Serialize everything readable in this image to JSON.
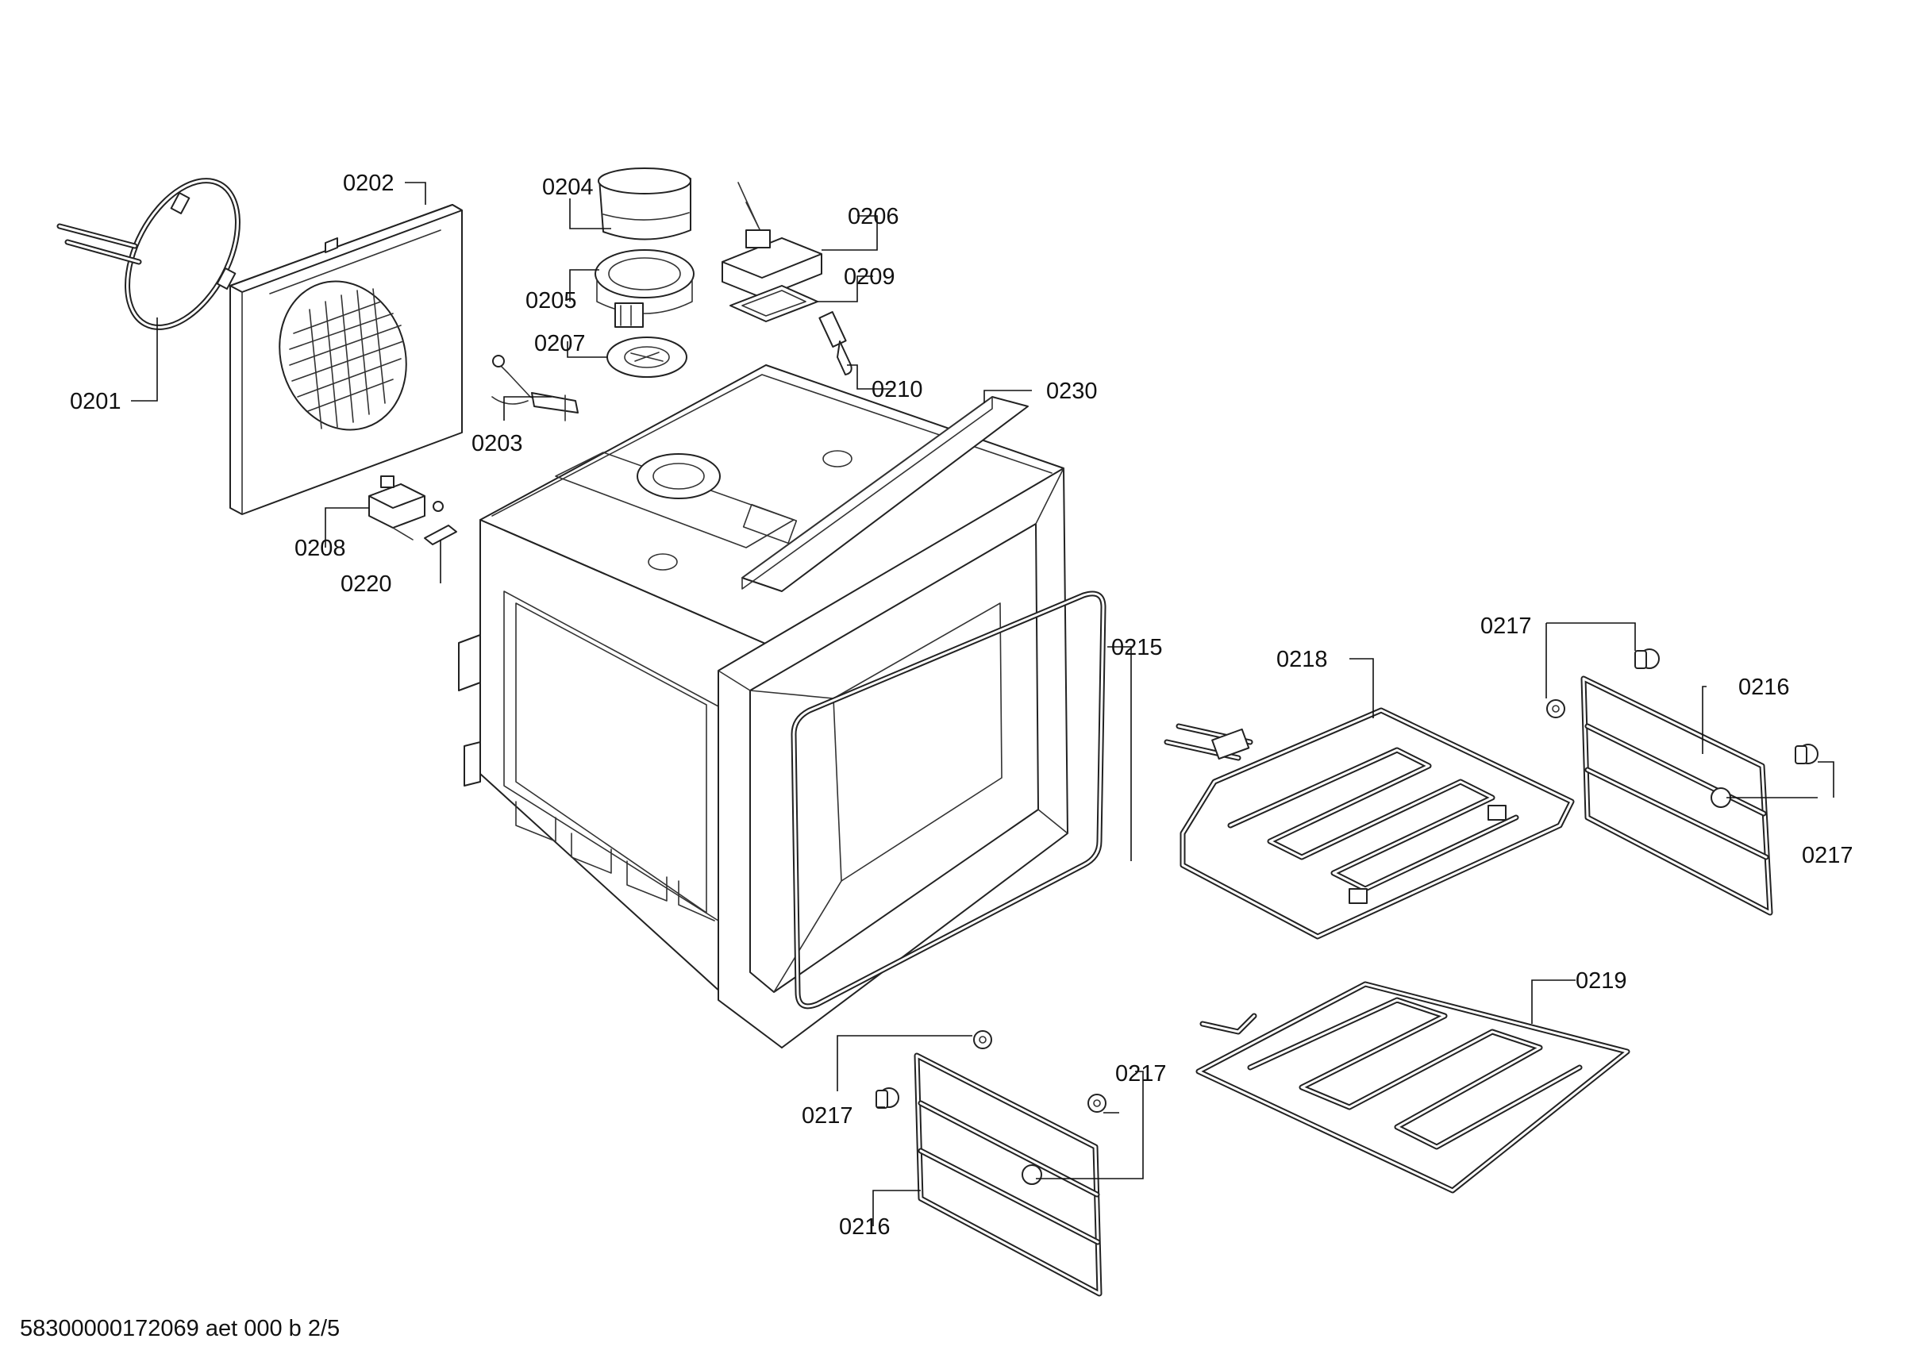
{
  "labels": {
    "l0201": "0201",
    "l0202": "0202",
    "l0203": "0203",
    "l0204": "0204",
    "l0205": "0205",
    "l0206": "0206",
    "l0207": "0207",
    "l0208": "0208",
    "l0209": "0209",
    "l0210": "0210",
    "l0215": "0215",
    "l0216a": "0216",
    "l0216b": "0216",
    "l0217a": "0217",
    "l0217b": "0217",
    "l0217c": "0217",
    "l0217d": "0217",
    "l0218": "0218",
    "l0219": "0219",
    "l0220": "0220",
    "l0230": "0230"
  },
  "footer": {
    "doc_code": "58300000172069 aet 000 b 2/5"
  }
}
